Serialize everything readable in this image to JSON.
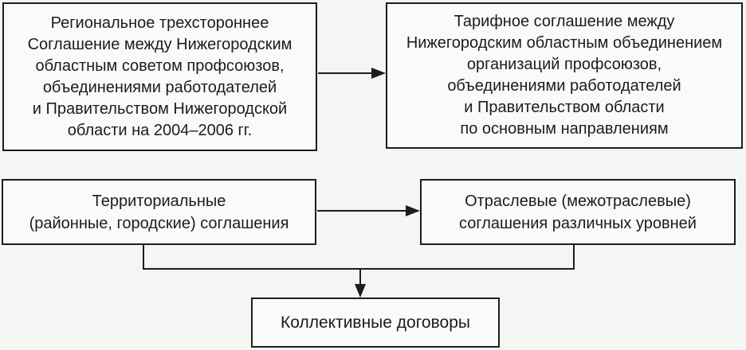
{
  "diagram": {
    "colors": {
      "background": "#f5f5f4",
      "node_fill": "#fafafa",
      "line": "#1d1d1d",
      "text": "#1c1c1c"
    },
    "nodes": {
      "regional_agreement": {
        "text": "Региональное трехстороннее\nСоглашение между Нижегородским\nобластным советом профсоюзов,\nобъединениями работодателей\nи Правительством Нижегородской\nобласти на 2004–2006 гг."
      },
      "tariff_agreement": {
        "text": "Тарифное соглашение между\nНижегородским областным объединением\nорганизаций профсоюзов,\nобъединениями работодателей\nи Правительством области\nпо основным направлениям"
      },
      "territorial_agreements": {
        "text": "Территориальные\n(районные, городские) соглашения"
      },
      "sectoral_agreements": {
        "text": "Отраслевые (межотраслевые)\nсоглашения различных уровней"
      },
      "collective_contracts": {
        "text": "Коллективные договоры"
      }
    }
  }
}
